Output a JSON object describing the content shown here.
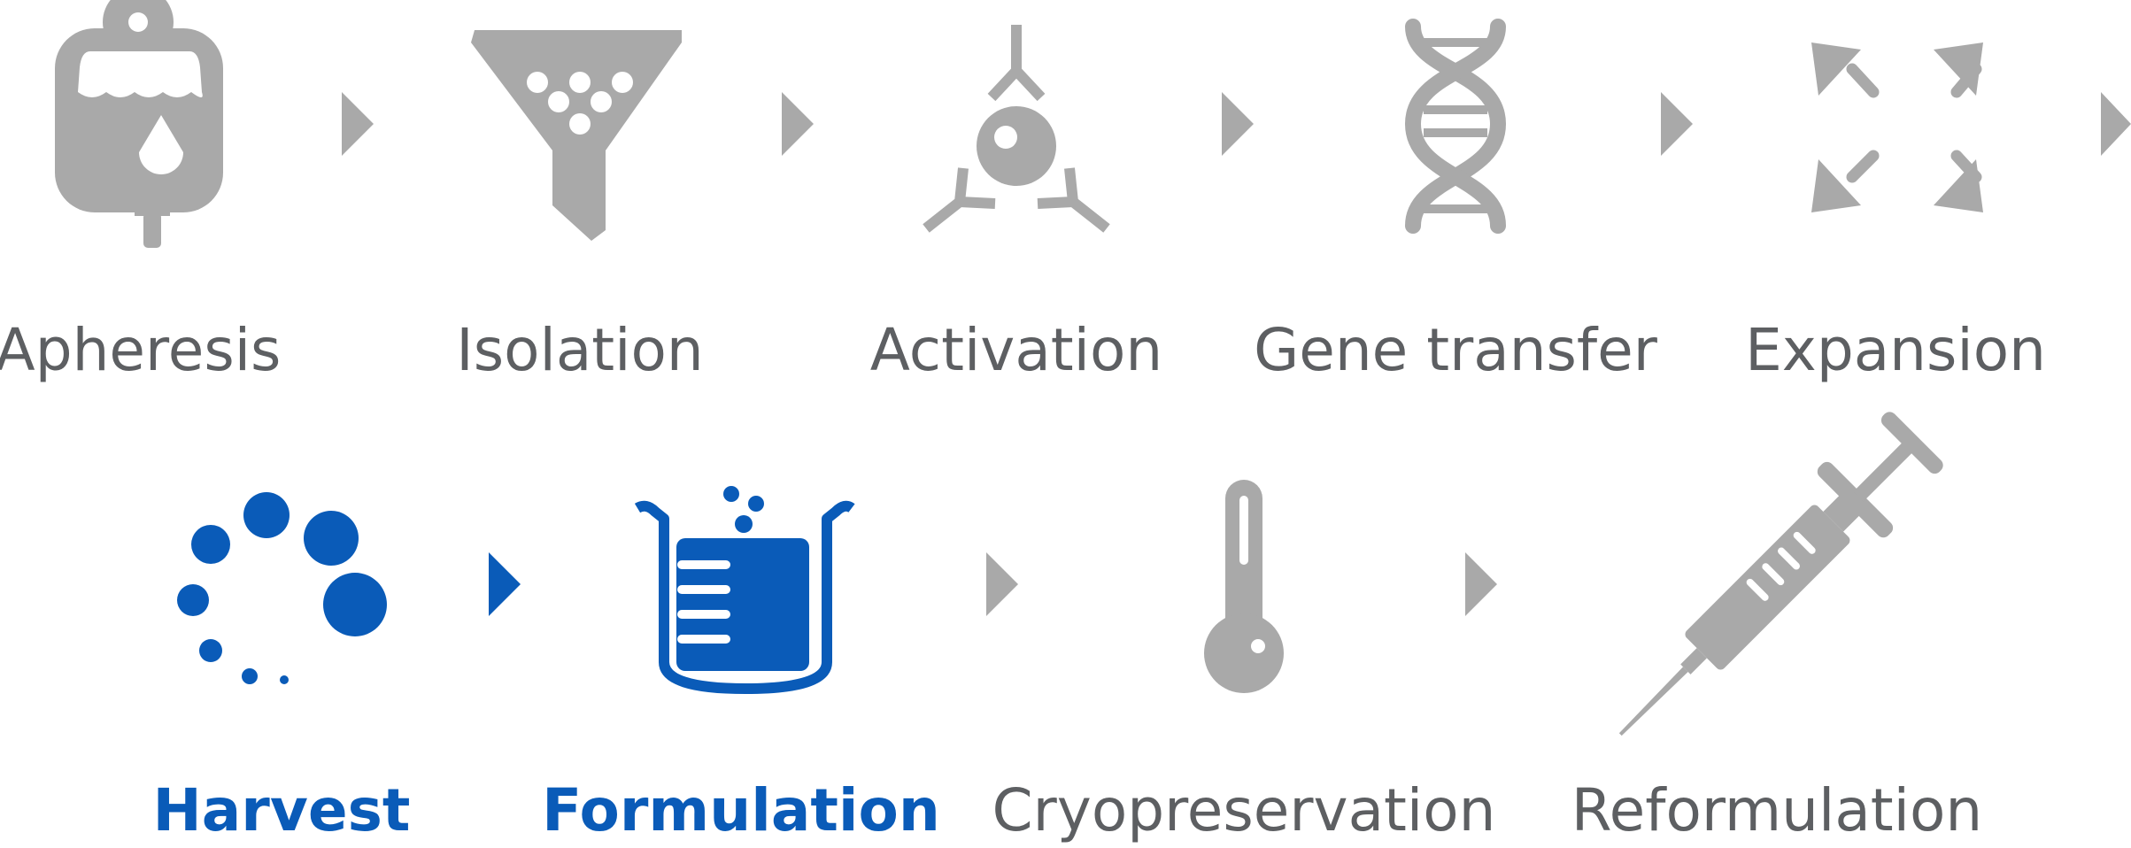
{
  "colors": {
    "inactive": "#a9a9a9",
    "active": "#0a5bb8",
    "label_inactive": "#5d5f62",
    "label_active": "#0a5bb8"
  },
  "steps": [
    {
      "label": "Apheresis",
      "icon": "blood-bag-icon",
      "active": false
    },
    {
      "label": "Isolation",
      "icon": "funnel-icon",
      "active": false
    },
    {
      "label": "Activation",
      "icon": "antibody-cell-icon",
      "active": false
    },
    {
      "label": "Gene transfer",
      "icon": "dna-icon",
      "active": false
    },
    {
      "label": "Expansion",
      "icon": "expand-arrows-icon",
      "active": false
    },
    {
      "label": "Harvest",
      "icon": "cells-loading-icon",
      "active": true
    },
    {
      "label": "Formulation",
      "icon": "beaker-icon",
      "active": true
    },
    {
      "label": "Cryopreservation",
      "icon": "thermometer-icon",
      "active": false
    },
    {
      "label": "Reformulation",
      "icon": "syringe-icon",
      "active": false
    }
  ]
}
